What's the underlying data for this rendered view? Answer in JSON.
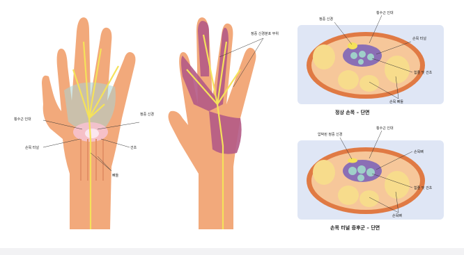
{
  "labels": {
    "hand1_ligament": "횡수근 인대",
    "hand1_tunnel": "손목 터널",
    "hand1_nerve": "정중 신경",
    "hand1_tendon": "건초",
    "hand1_bone": "뼈들",
    "hand2_nerve_area": "정중 신경분포 부위",
    "normal_nerve": "정중 신경",
    "normal_ligament": "횡수근 인대",
    "normal_tunnel": "손목 터널",
    "normal_tendon": "힘줄 및 건초",
    "normal_bones": "손목 뼈들",
    "cts_nerve": "압박된 정중 신경",
    "cts_ligament": "횡수근 인대",
    "cts_tunnel": "손목뼈",
    "cts_tendon": "힘줄 및 건초",
    "cts_bones": "손목뼈"
  },
  "captions": {
    "normal": "정상 손목 – 단면",
    "cts": "손목 터널 증후군 – 단면"
  },
  "colors": {
    "skin": "#f2a97b",
    "skin_dark": "#e39066",
    "nerve": "#f5e25a",
    "numb_area": "#b45a86",
    "panel_bg": "#dfe6f5",
    "bone": "#f7dc8c"
  }
}
